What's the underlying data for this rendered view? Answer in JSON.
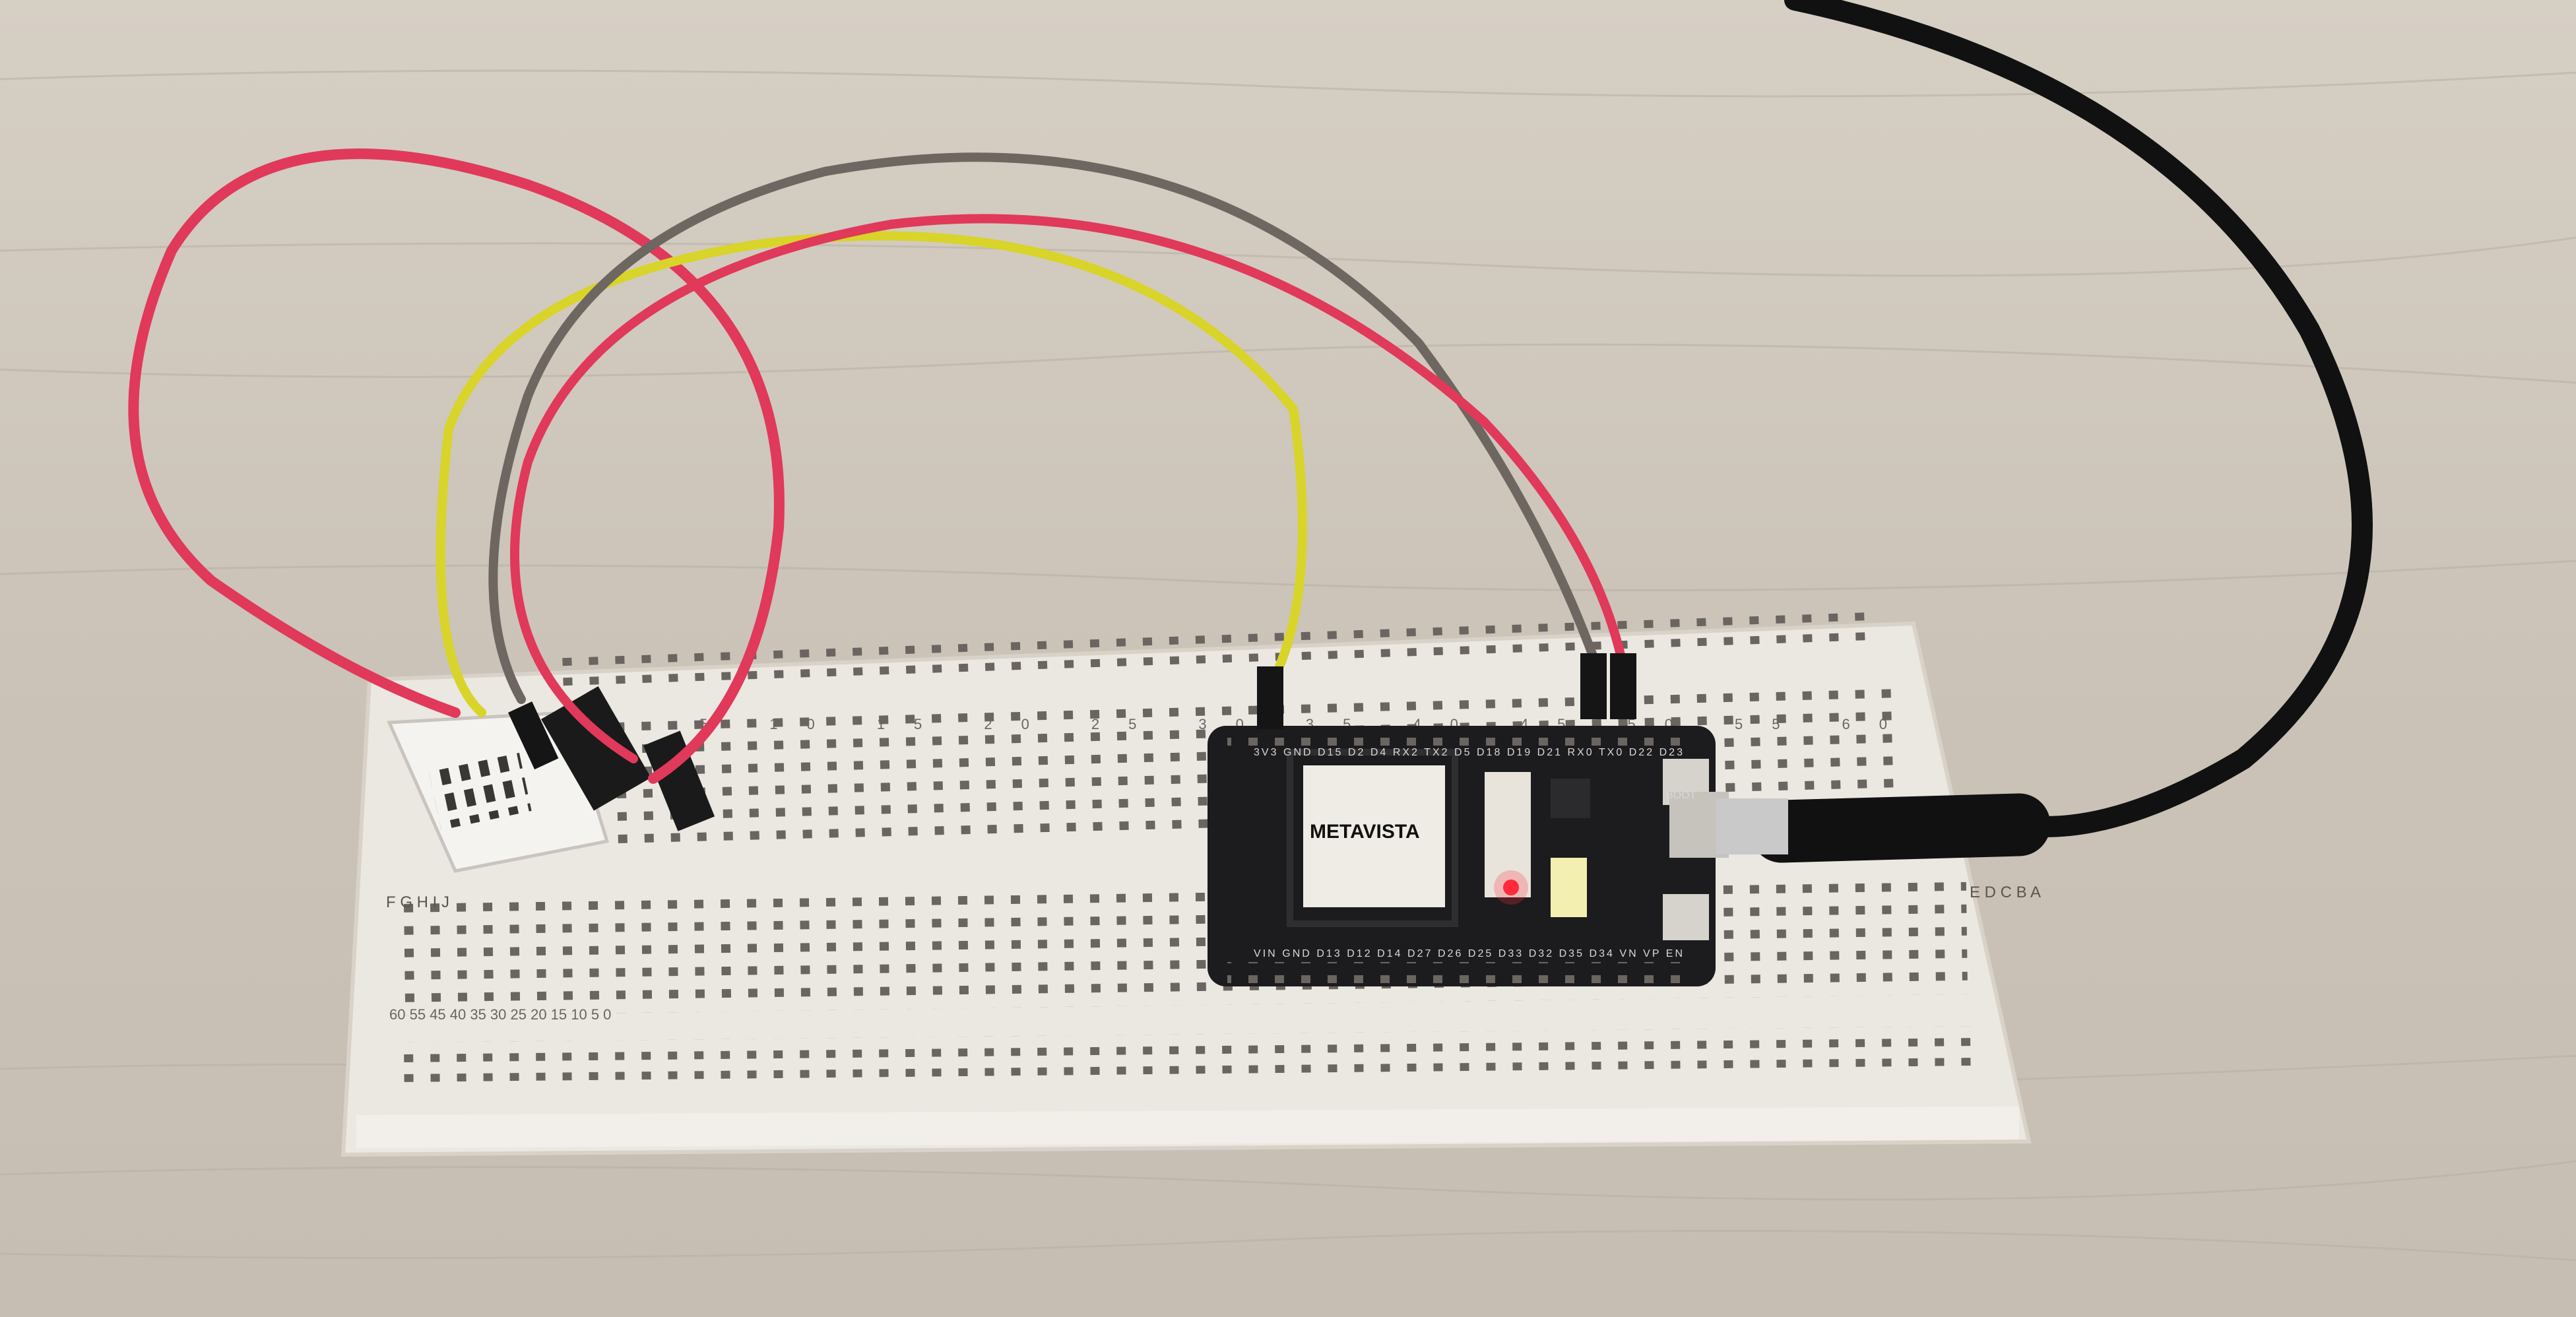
{
  "photo": {
    "subject": "ESP32 dev board on breadboard with sensor and jumper wires",
    "board_label": "METAVISTA",
    "board_button_label": "BOOT",
    "board_pin_labels_top": "3V3 GND D15 D2 D4 RX2 TX2 D5 D18 D19 D21 RX0 TX0 D22 D23",
    "board_pin_labels_bottom": "VIN GND D13 D12 D14 D27 D26 D25 D33 D32 D35 D34 VN VP EN",
    "breadboard_col_numbers_top": [
      "5",
      "10",
      "15",
      "20",
      "25",
      "30",
      "35",
      "40",
      "45",
      "50",
      "55",
      "60"
    ],
    "breadboard_col_numbers_bottom": [
      "60",
      "55",
      "45",
      "40",
      "35",
      "30",
      "25",
      "20",
      "15",
      "10",
      "5",
      "0"
    ],
    "breadboard_row_letters_left": [
      "F",
      "G",
      "H",
      "I",
      "J"
    ],
    "breadboard_row_letters_right": [
      "E",
      "D",
      "C",
      "B",
      "A"
    ],
    "colors": {
      "table": "#cfc7bb",
      "breadboard": "#ebe7e1",
      "board": "#1c1c1e",
      "wire_red": "#e0395a",
      "wire_yellow": "#d8d42a",
      "wire_gray": "#6e6660",
      "cable_black": "#111111",
      "led": "#ff2a3a"
    }
  }
}
